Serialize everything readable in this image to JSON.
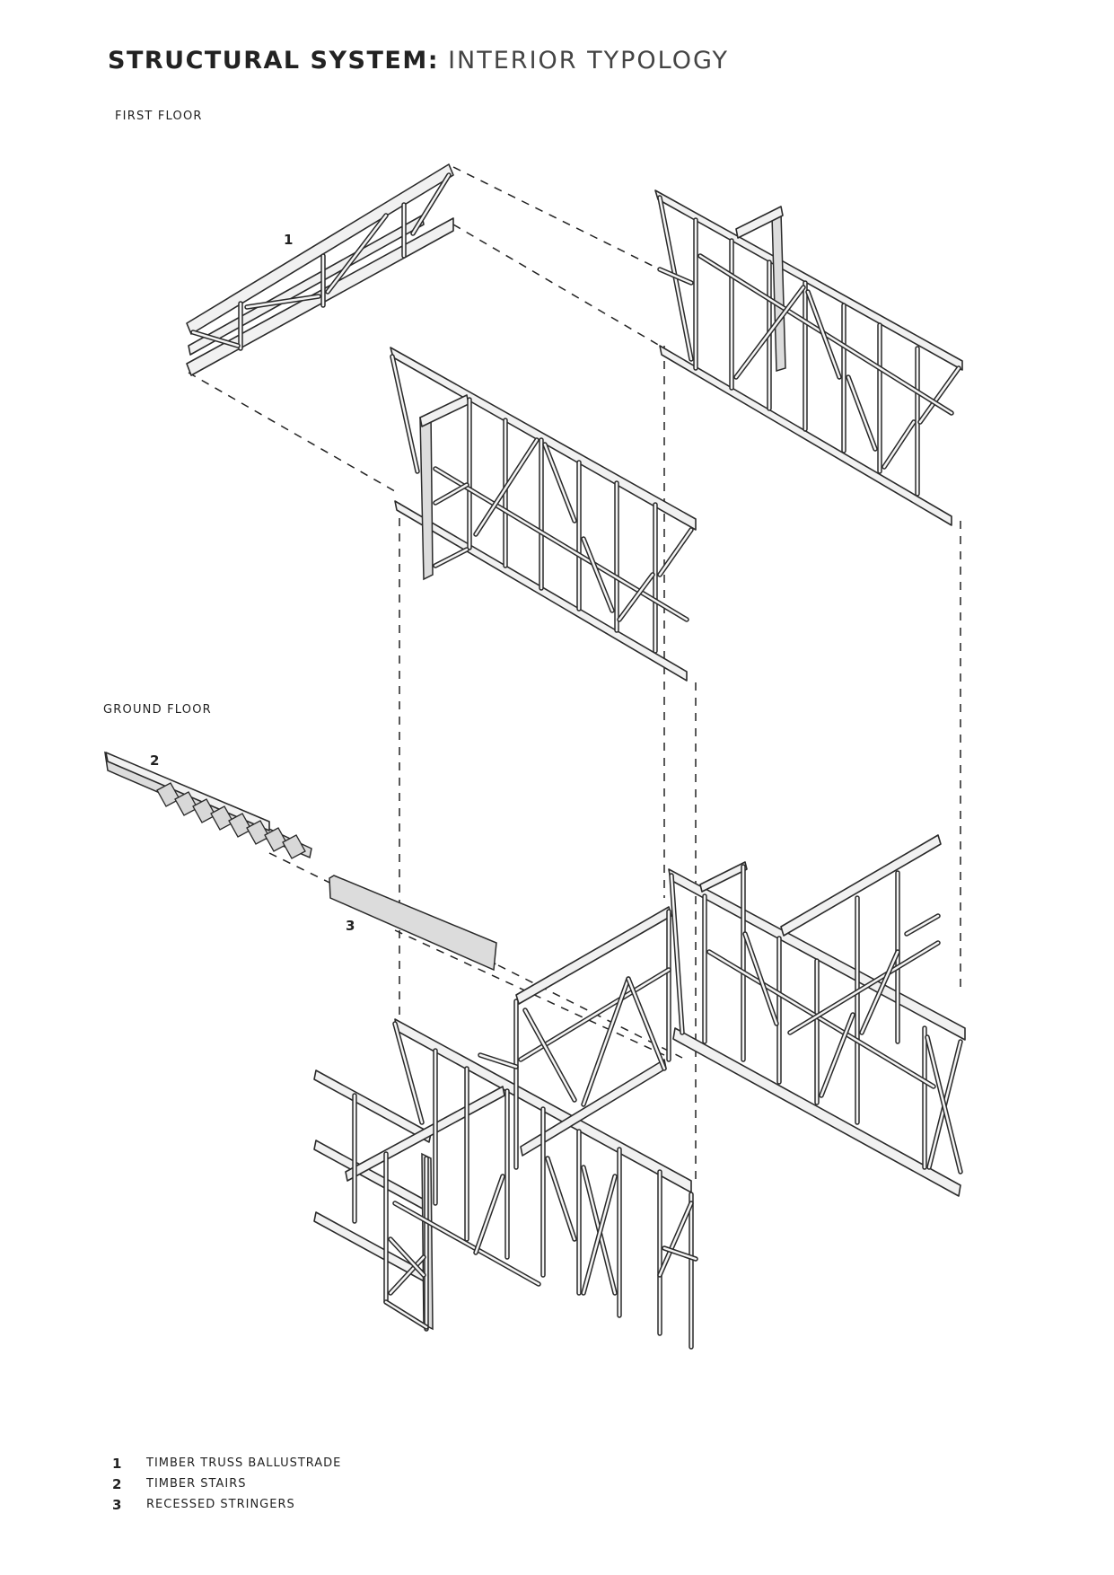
{
  "title": {
    "bold": "STRUCTURAL SYSTEM:",
    "light": "INTERIOR TYPOLOGY"
  },
  "sections": {
    "first_floor": "FIRST FLOOR",
    "ground_floor": "GROUND FLOOR"
  },
  "callouts": [
    {
      "num": "1"
    },
    {
      "num": "2"
    },
    {
      "num": "3"
    }
  ],
  "legend": [
    {
      "num": "1",
      "label": "TIMBER TRUSS BALLUSTRADE"
    },
    {
      "num": "2",
      "label": "TIMBER STAIRS"
    },
    {
      "num": "3",
      "label": "RECESSED STRINGERS"
    }
  ],
  "colors": {
    "ink": "#222222",
    "timber_fill": "#f1f1f1",
    "shade_fill": "#dcdcdc",
    "paper": "#ffffff"
  }
}
